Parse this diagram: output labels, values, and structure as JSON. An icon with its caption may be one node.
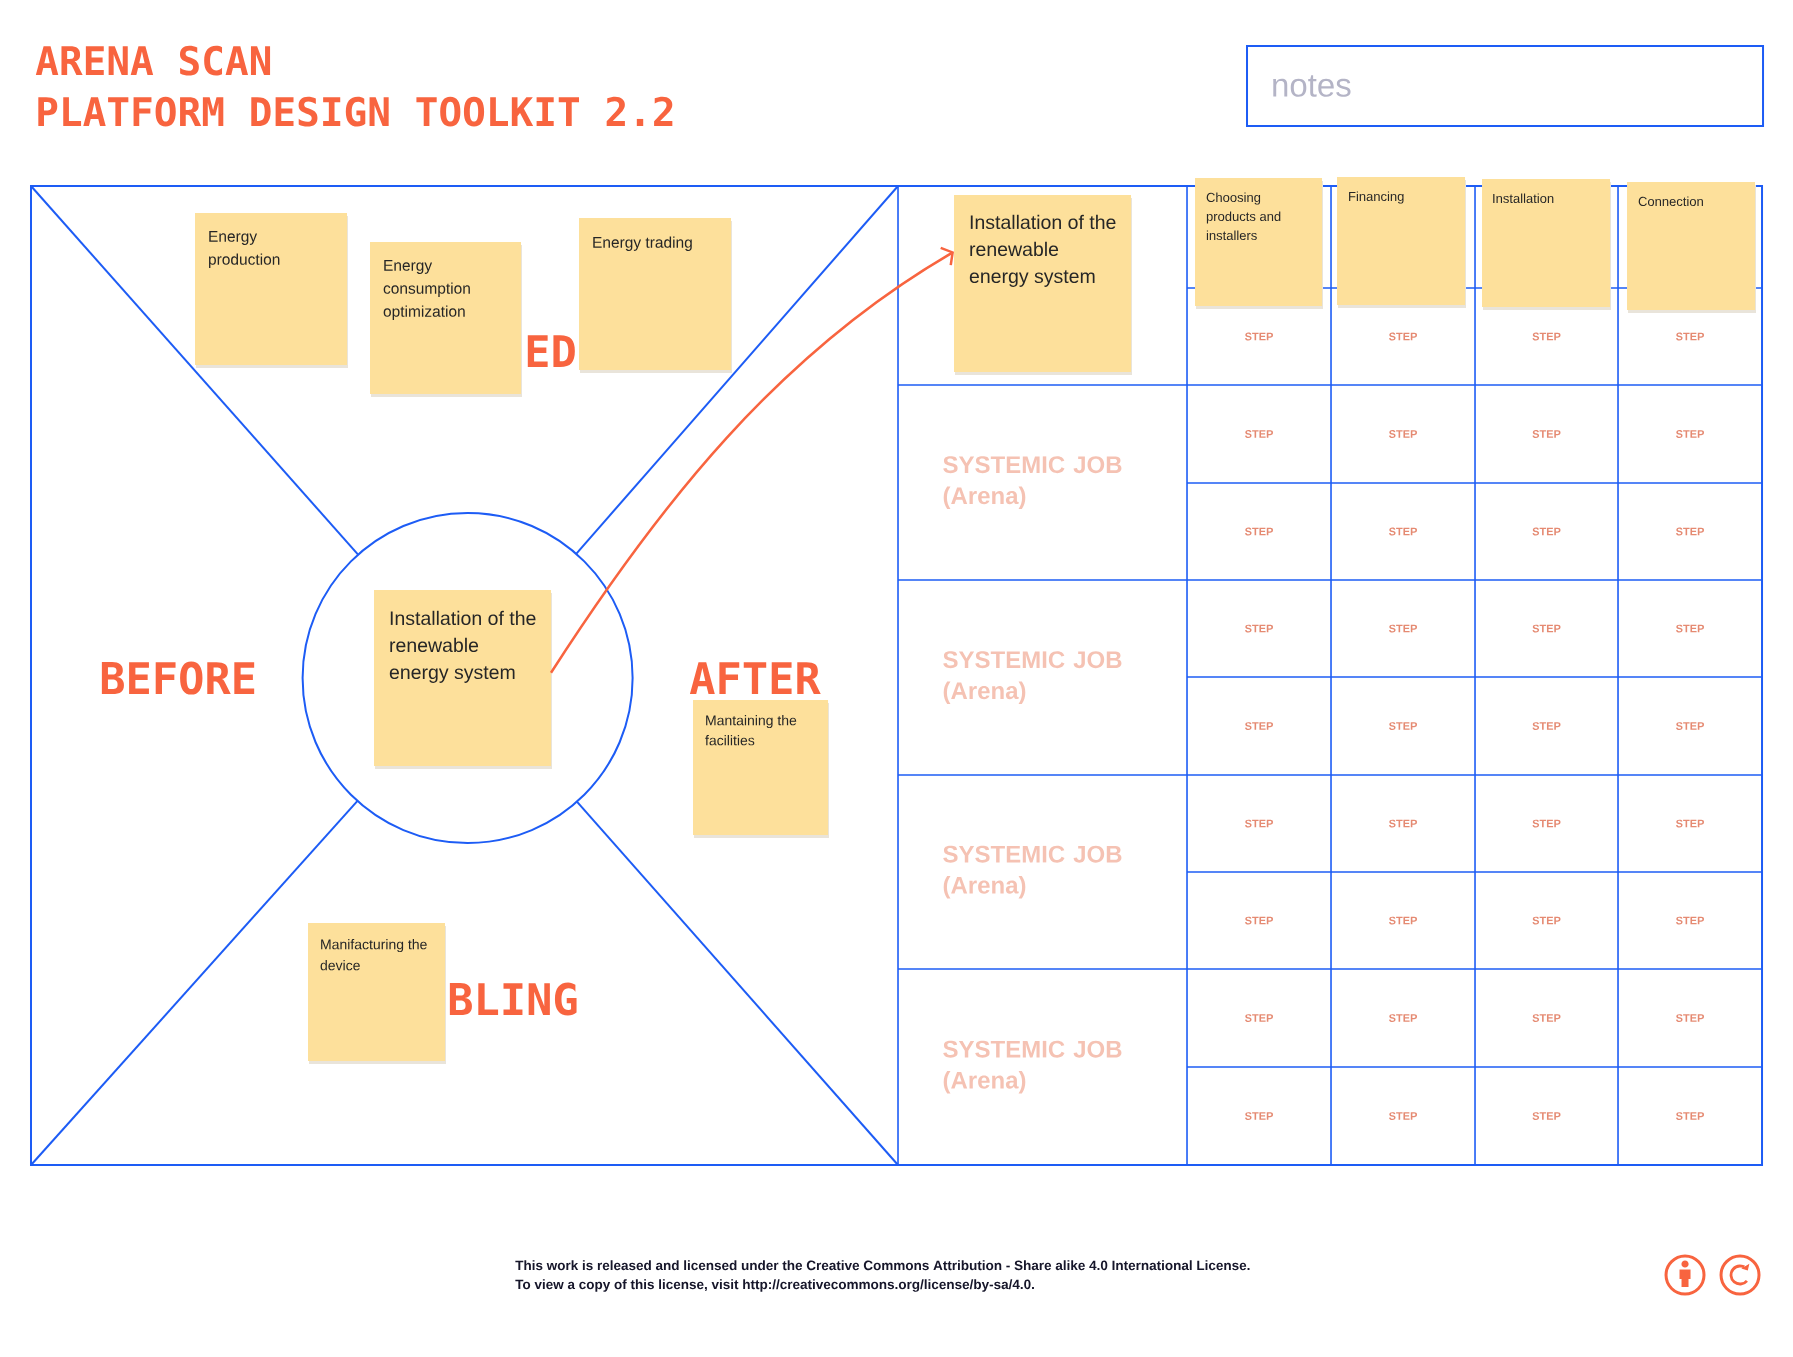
{
  "diagram": {
    "title": "ARENA SCAN",
    "nodes": [
      {
        "text": [
          "notes"
        ]
      },
      {
        "text": [
          "Energy production"
        ]
      },
      {
        "text": [
          "Energy consumption optimization"
        ]
      },
      {
        "text": [
          "Energy trading"
        ]
      },
      {
        "text": [],
        "shape": "circle"
      },
      {
        "text": [
          "Installation of the renewable energy system"
        ],
        "in": 4
      },
      {
        "text": [
          "Mantaining the facilities"
        ]
      },
      {
        "text": [
          "Manifacturing the device"
        ]
      },
      {
        "text": [
          "Installation of the renewable energy system"
        ]
      },
      {
        "text": [
          "Choosing products and installers"
        ]
      },
      {
        "text": [
          "Financing"
        ]
      },
      {
        "text": [
          "Installation"
        ]
      },
      {
        "text": [
          "Connection"
        ]
      }
    ],
    "edges": [
      {
        "from": 5,
        "to": 8,
        "arrow": "to",
        "color": "#f8643f"
      }
    ],
    "labels": [
      "PLATFORM DESIGN TOOLKIT 2.2",
      "ED",
      "BEFORE",
      "AFTER",
      "BLING",
      "STEP",
      "STEP",
      "STEP",
      "STEP",
      "SYSTEMIC JOB (Arena)",
      "STEP",
      "STEP",
      "STEP",
      "STEP",
      "STEP",
      "STEP",
      "STEP",
      "STEP",
      "SYSTEMIC JOB (Arena)",
      "STEP",
      "STEP",
      "STEP",
      "STEP",
      "STEP",
      "STEP",
      "STEP",
      "STEP",
      "SYSTEMIC JOB (Arena)",
      "STEP",
      "STEP",
      "STEP",
      "STEP",
      "STEP",
      "STEP",
      "STEP",
      "STEP",
      "SYSTEMIC JOB (Arena)",
      "STEP",
      "STEP",
      "STEP",
      "STEP",
      "STEP",
      "STEP",
      "STEP",
      "STEP",
      "This work is released and licensed under the Creative Commons Attribution - Share alike 4.0 International License.",
      "To view a copy of this license, visit http://creativecommons.org/license/by-sa/4.0."
    ]
  }
}
